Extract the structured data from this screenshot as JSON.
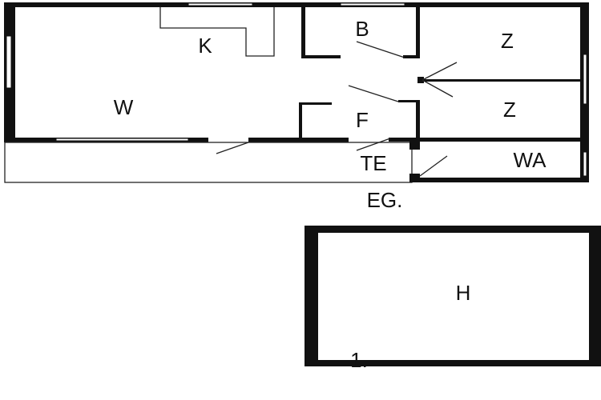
{
  "floor_plan": {
    "ground_floor_label": "EG.",
    "rooms": {
      "kitchen": "K",
      "bath": "B",
      "room_1": "Z",
      "room_2": "Z",
      "living": "W",
      "hall": "F",
      "terrace": "TE",
      "laundry": "WA"
    },
    "upper_floor": {
      "room": "H",
      "label": "1."
    },
    "colors": {
      "wall": "#111111",
      "background": "#ffffff"
    }
  }
}
